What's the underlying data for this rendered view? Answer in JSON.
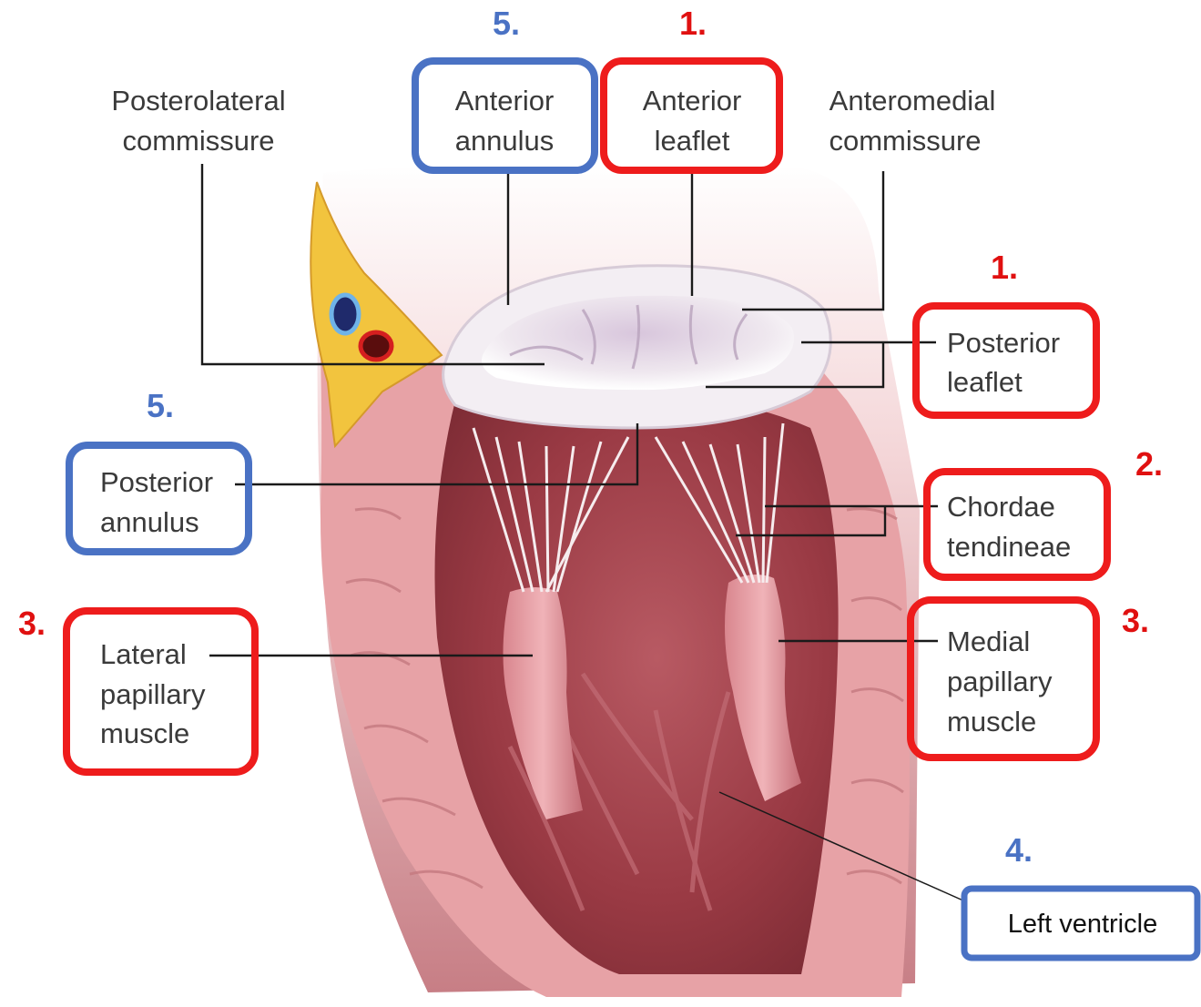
{
  "colors": {
    "red_box": "#ee1c1c",
    "blue_box": "#4a72c4",
    "red_number": "#e01010",
    "blue_number": "#4a72c4",
    "myocardium": "#e7a2a6",
    "cavity": "#9b3c45",
    "valve": "#efe8ef",
    "fat": "#f2c43e"
  },
  "icons": {
    "illustration": "heart-mitral-valve-illustration"
  },
  "labels": {
    "posterolateral_commissure": {
      "line1": "Posterolateral",
      "line2": "commissure"
    },
    "anterior_annulus": {
      "line1": "Anterior",
      "line2": "annulus",
      "number": "5."
    },
    "anterior_leaflet": {
      "line1": "Anterior",
      "line2": "leaflet",
      "number": "1."
    },
    "anteromedial_commissure": {
      "line1": "Anteromedial",
      "line2": "commissure"
    },
    "posterior_leaflet": {
      "line1": "Posterior",
      "line2": "leaflet",
      "number": "1."
    },
    "posterior_annulus": {
      "line1": "Posterior",
      "line2": "annulus",
      "number": "5."
    },
    "chordae_tendineae": {
      "line1": "Chordae",
      "line2": "tendineae",
      "number": "2."
    },
    "lateral_papillary_muscle": {
      "line1": "Lateral",
      "line2": "papillary",
      "line3": "muscle",
      "number": "3."
    },
    "medial_papillary_muscle": {
      "line1": "Medial",
      "line2": "papillary",
      "line3": "muscle",
      "number": "3."
    },
    "left_ventricle": {
      "text": "Left ventricle",
      "number": "4."
    }
  }
}
